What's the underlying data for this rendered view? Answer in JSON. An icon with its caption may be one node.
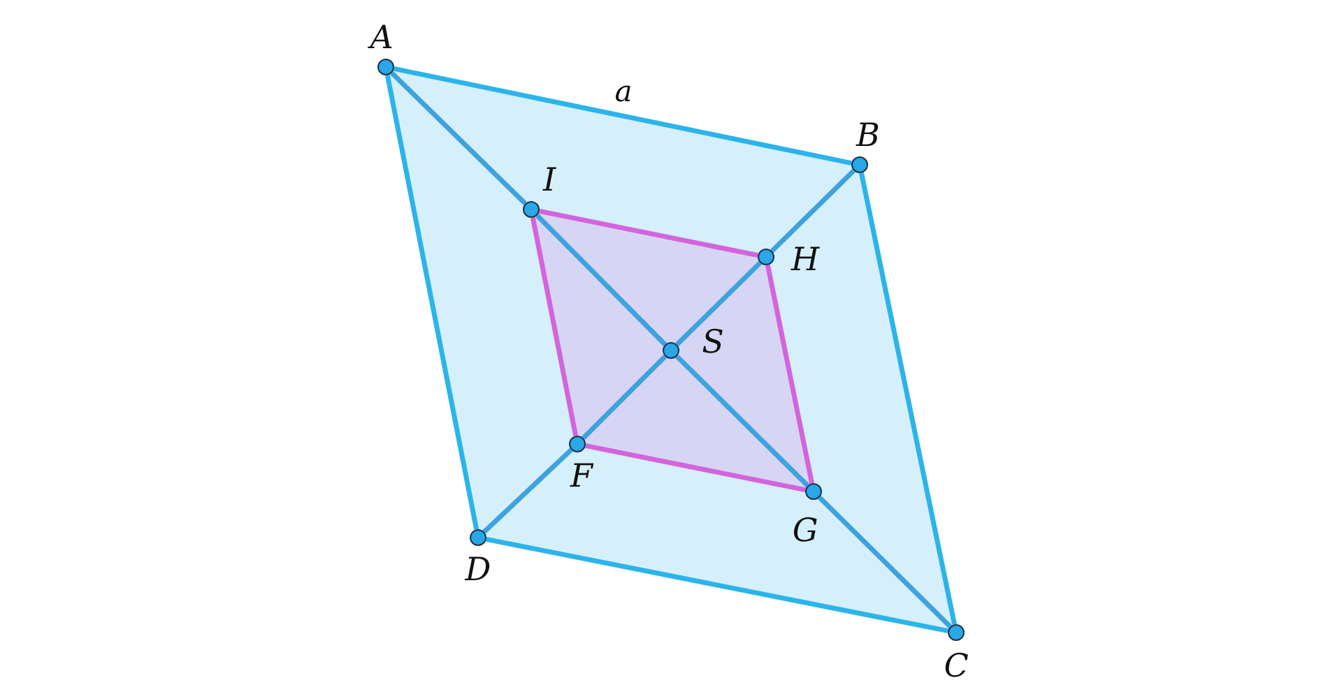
{
  "diagram": {
    "nodes": [
      {
        "text": [],
        "shape": "circle",
        "beside": [
          "A"
        ]
      },
      {
        "text": [],
        "shape": "circle",
        "beside": [
          "B"
        ]
      },
      {
        "text": [],
        "shape": "circle",
        "beside": [
          "C"
        ]
      },
      {
        "text": [],
        "shape": "circle",
        "beside": [
          "D"
        ]
      },
      {
        "text": [],
        "shape": "circle",
        "beside": [
          "I"
        ]
      },
      {
        "text": [],
        "shape": "circle",
        "beside": [
          "H"
        ]
      },
      {
        "text": [],
        "shape": "circle",
        "beside": [
          "G"
        ]
      },
      {
        "text": [],
        "shape": "circle",
        "beside": [
          "F"
        ]
      },
      {
        "text": [],
        "shape": "circle",
        "beside": [
          "S"
        ]
      }
    ],
    "edges": [
      {
        "from": 0,
        "to": 1,
        "arrow": "none",
        "label": "a",
        "color": "#2cb4ea"
      },
      {
        "from": 1,
        "to": 2,
        "arrow": "none",
        "color": "#2cb4ea"
      },
      {
        "from": 2,
        "to": 3,
        "arrow": "none",
        "color": "#2cb4ea"
      },
      {
        "from": 3,
        "to": 0,
        "arrow": "none",
        "color": "#2cb4ea"
      },
      {
        "from": 4,
        "to": 5,
        "arrow": "none",
        "color": "#d464dc"
      },
      {
        "from": 5,
        "to": 6,
        "arrow": "none",
        "color": "#d464dc"
      },
      {
        "from": 6,
        "to": 7,
        "arrow": "none",
        "color": "#d464dc"
      },
      {
        "from": 7,
        "to": 4,
        "arrow": "none",
        "color": "#d464dc"
      },
      {
        "from": 0,
        "to": 4,
        "arrow": "none"
      },
      {
        "from": 4,
        "to": 8,
        "arrow": "none"
      },
      {
        "from": 8,
        "to": 6,
        "arrow": "none"
      },
      {
        "from": 6,
        "to": 2,
        "arrow": "none"
      },
      {
        "from": 1,
        "to": 5,
        "arrow": "none"
      },
      {
        "from": 5,
        "to": 8,
        "arrow": "none"
      },
      {
        "from": 8,
        "to": 7,
        "arrow": "none"
      },
      {
        "from": 7,
        "to": 3,
        "arrow": "none"
      }
    ]
  }
}
